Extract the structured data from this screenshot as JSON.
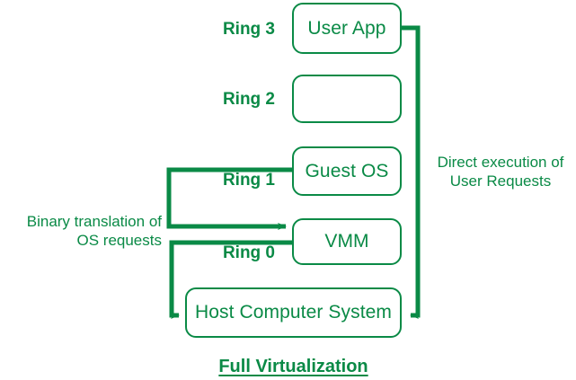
{
  "diagram": {
    "caption": "Full Virtualization",
    "accent_color": "#0a8a46",
    "background_color": "#ffffff",
    "rings": [
      {
        "label": "Ring 3",
        "box_label": "User App"
      },
      {
        "label": "Ring 2",
        "box_label": ""
      },
      {
        "label": "Ring 1",
        "box_label": "Guest OS"
      },
      {
        "label": "Ring 0",
        "box_label": "VMM"
      }
    ],
    "host": {
      "box_label": "Host Computer System"
    },
    "annotations": {
      "left": {
        "line1": "Binary translation of",
        "line2": "OS requests"
      },
      "right": {
        "line1": "Direct execution of",
        "line2": "User Requests"
      }
    }
  }
}
